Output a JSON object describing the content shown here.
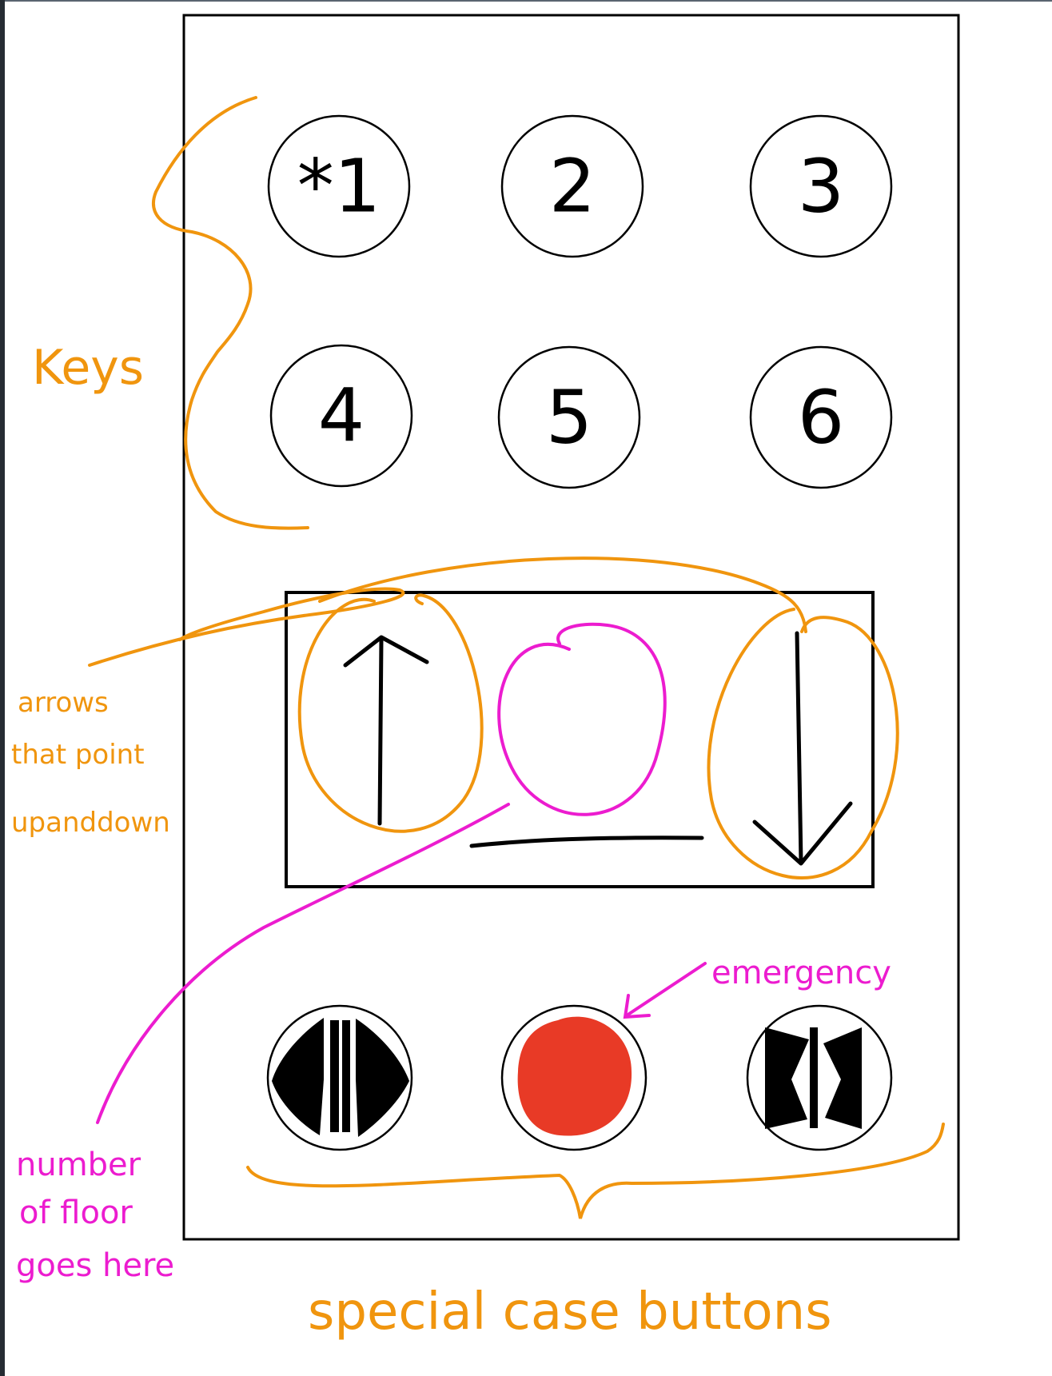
{
  "keypad": {
    "keys": [
      "*1",
      "2",
      "3",
      "4",
      "5",
      "6"
    ]
  },
  "annotations": {
    "keys": "Keys",
    "arrows": [
      "arrows",
      "that point",
      "upanddown"
    ],
    "floor_number": [
      "number",
      "of floor",
      "goes here"
    ],
    "emergency": "emergency",
    "special": "special case buttons"
  },
  "colors": {
    "ink": "#000000",
    "orange": "#f0950e",
    "pink": "#ec1ccf",
    "emergency_red": "#e83a26"
  },
  "icons": {
    "door_open": "door-open-icon",
    "emergency": "emergency-stop-icon",
    "door_close": "door-close-icon",
    "up": "arrow-up-icon",
    "down": "arrow-down-icon"
  }
}
